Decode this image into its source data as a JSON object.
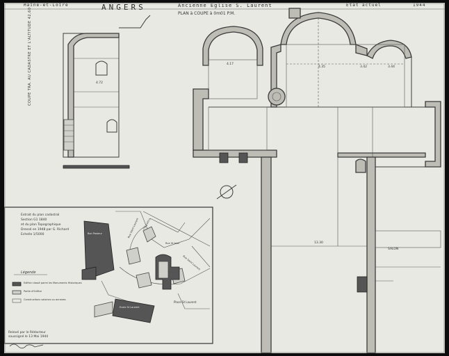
{
  "header": {
    "left": "Maine-et-Loire",
    "city": "ANGERS",
    "subject": "Ancienne Eglise S. Laurent",
    "state": "Etat actuel",
    "year": "1944"
  },
  "plan_title": "PLAN à COUPE à 0m01 P.M.",
  "side_note": "COUPE TRA. AU CADASTRE ET L'ALTITUDE 42,60",
  "dimensions": [
    "4.72",
    "4.17",
    "4.35",
    "3.42",
    "3.44",
    "13.30"
  ],
  "room_label": "SALON",
  "inset": {
    "title_lines": [
      "Extrait du plan cadastral",
      "Section G1 1840",
      "et du plan Topographique",
      "Dressé en 1948 par G. Richard",
      "Echelle 1/5000"
    ],
    "legend_title": "Légende",
    "legend_items": [
      "Edifice classé parmi les Monuments Historiques",
      "Partie d'Edifice",
      "Constructions voisines ou annexes"
    ],
    "places": [
      "Bon Pasteur",
      "Cté Justice",
      "Rue St Jean",
      "Rue Saint Laurent",
      "Place St Laurent",
      "Ecole St Laurent",
      "Rue Saint Laurent"
    ]
  },
  "footer": {
    "line1": "Relevé par le Rédacteur",
    "line2": "soussigné le 13 Mai 1944",
    "signature": "(signature)"
  }
}
